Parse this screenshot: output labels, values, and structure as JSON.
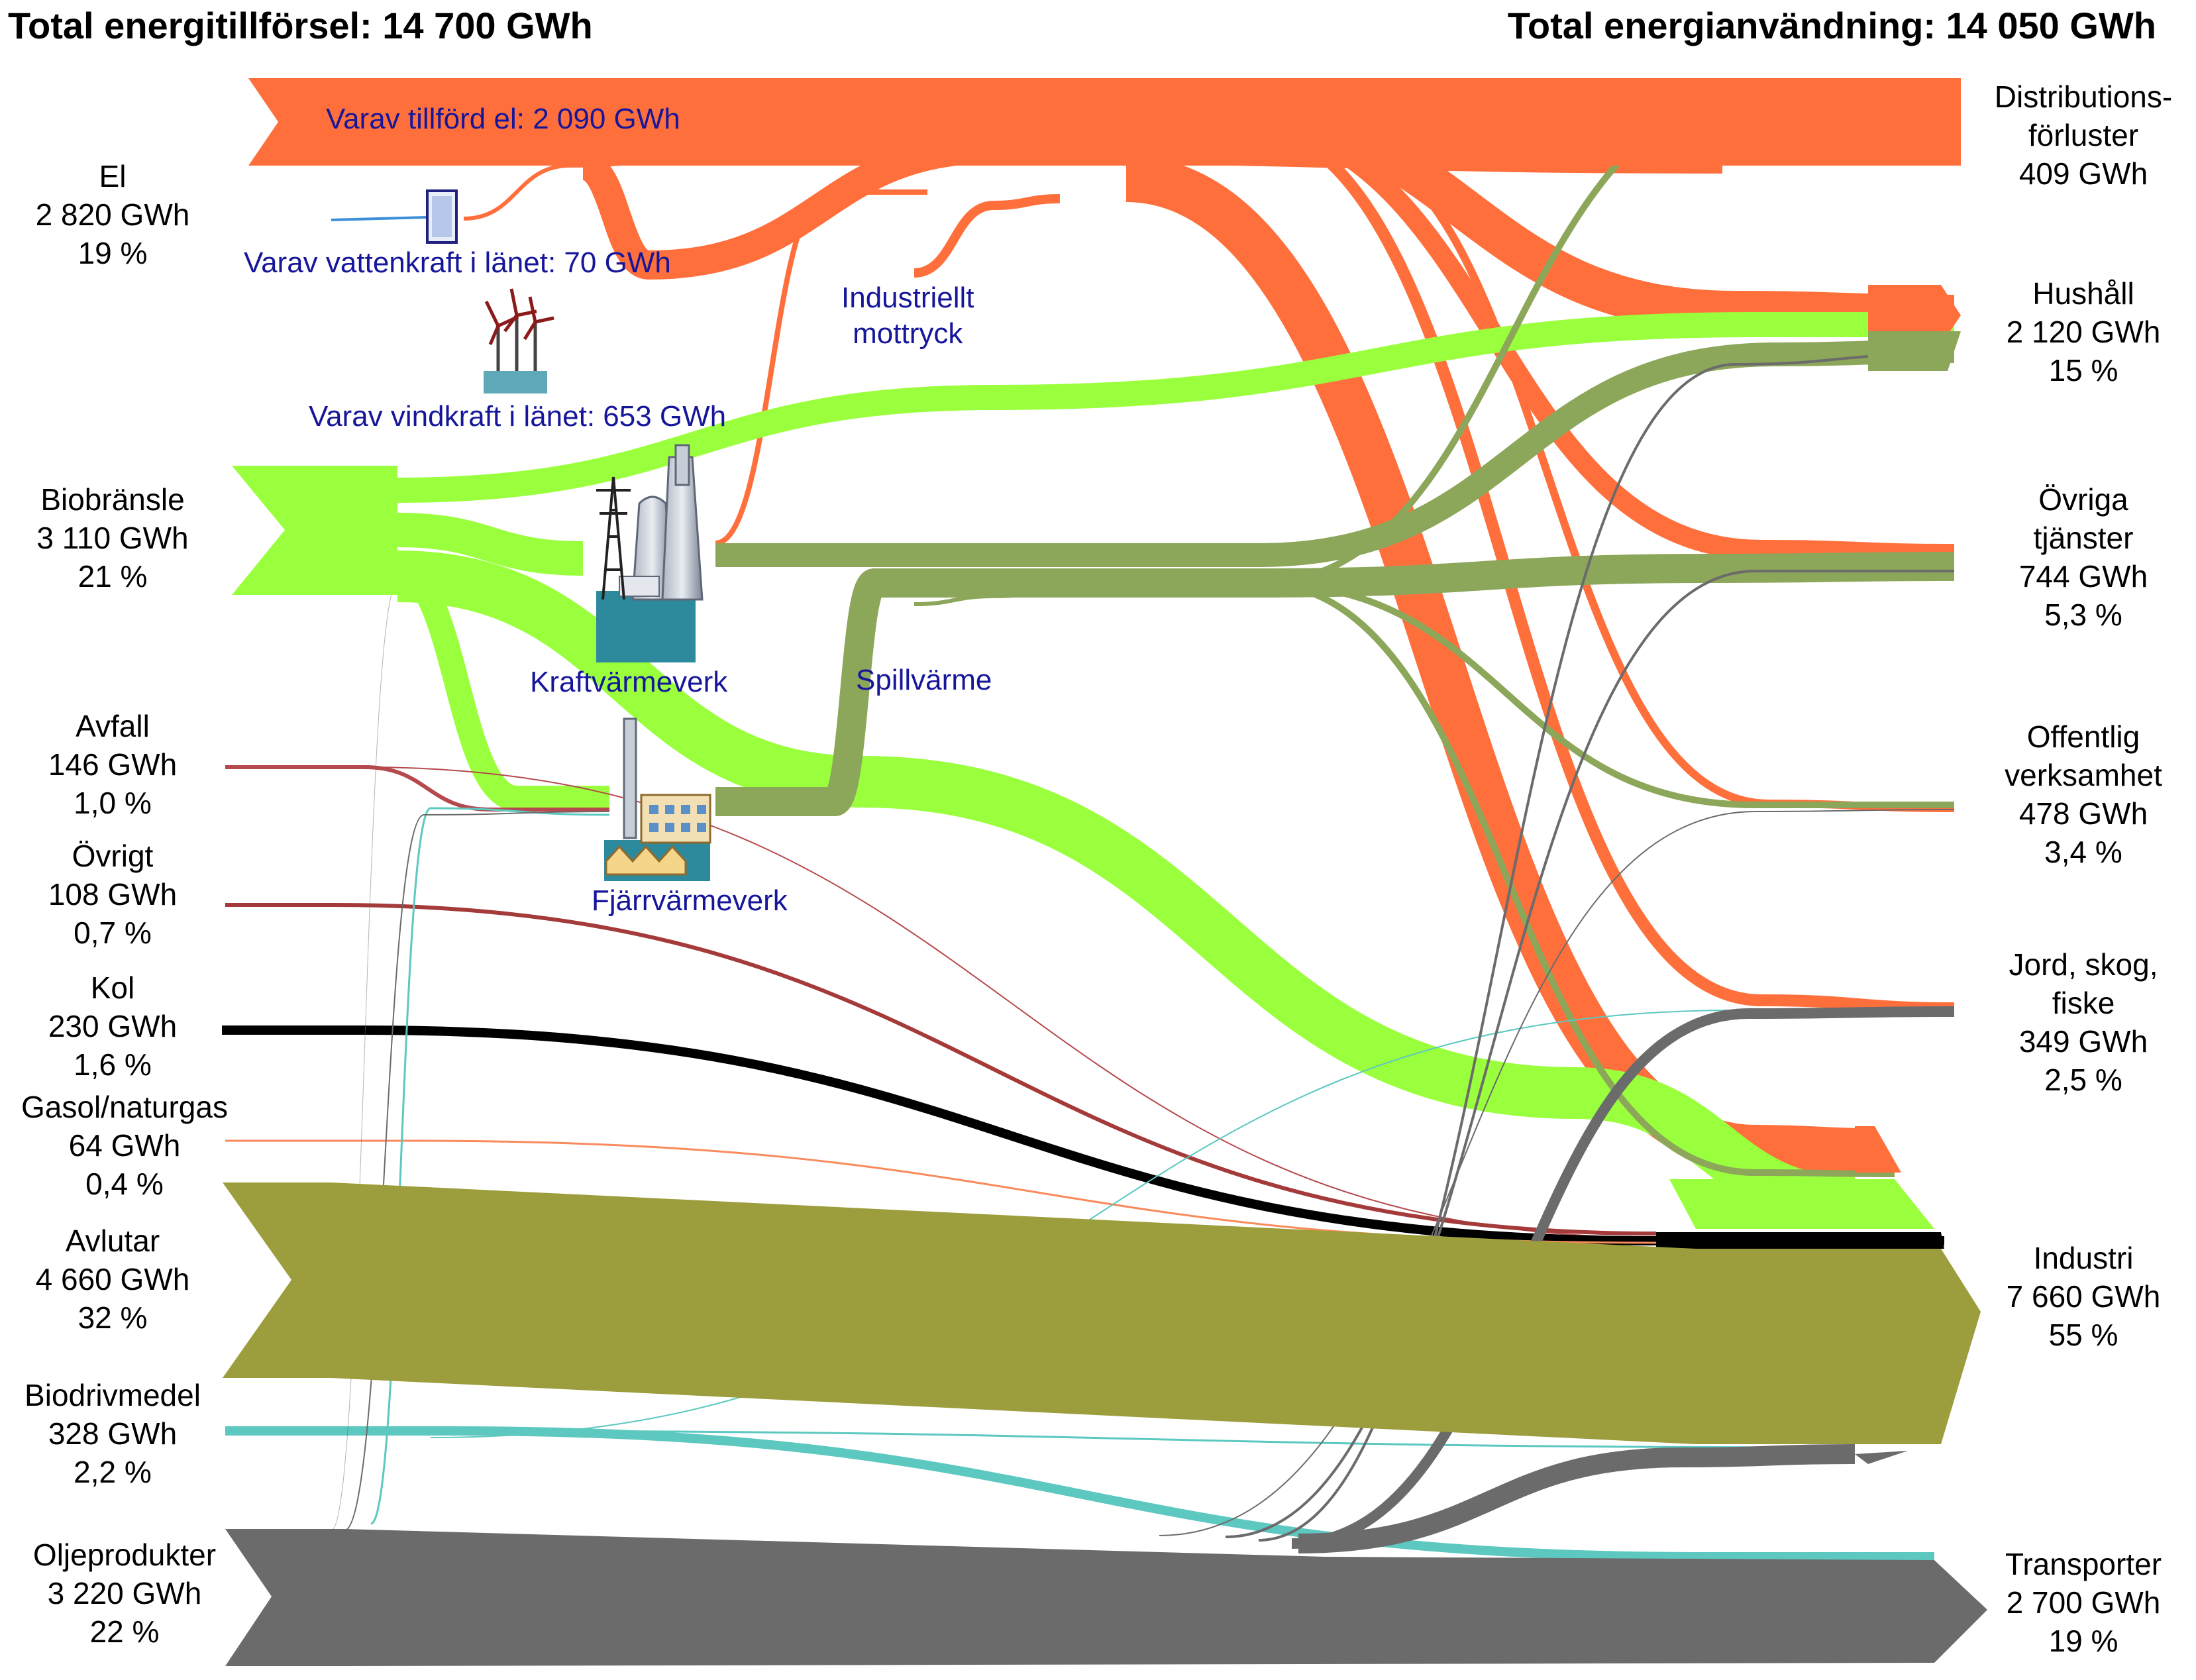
{
  "header": {
    "supply_title": "Total energitillförsel: 14 700 GWh",
    "use_title": "Total energianvändning: 14 050 GWh"
  },
  "sources": [
    {
      "name": "El",
      "value": "2 820 GWh",
      "share": "19 %"
    },
    {
      "name": "Biobränsle",
      "value": "3 110 GWh",
      "share": "21 %"
    },
    {
      "name": "Avfall",
      "value": "146 GWh",
      "share": "1,0 %"
    },
    {
      "name": "Övrigt",
      "value": "108 GWh",
      "share": "0,7 %"
    },
    {
      "name": "Kol",
      "value": "230 GWh",
      "share": "1,6 %"
    },
    {
      "name": "Gasol/naturgas",
      "value": "64 GWh",
      "share": "0,4 %"
    },
    {
      "name": "Avlutar",
      "value": "4 660 GWh",
      "share": "32 %"
    },
    {
      "name": "Biodrivmedel",
      "value": "328 GWh",
      "share": "2,2 %"
    },
    {
      "name": "Oljeprodukter",
      "value": "3 220 GWh",
      "share": "22 %"
    }
  ],
  "sinks": [
    {
      "name_lines": [
        "Distributions-",
        "förluster"
      ],
      "value": "409 GWh",
      "share": ""
    },
    {
      "name_lines": [
        "Hushåll"
      ],
      "value": "2 120 GWh",
      "share": "15 %"
    },
    {
      "name_lines": [
        "Övriga",
        "tjänster"
      ],
      "value": "744 GWh",
      "share": "5,3 %"
    },
    {
      "name_lines": [
        "Offentlig",
        "verksamhet"
      ],
      "value": "478 GWh",
      "share": "3,4 %"
    },
    {
      "name_lines": [
        "Jord, skog,",
        "fiske"
      ],
      "value": "349 GWh",
      "share": "2,5 %"
    },
    {
      "name_lines": [
        "Industri"
      ],
      "value": "7 660 GWh",
      "share": "55 %"
    },
    {
      "name_lines": [
        "Transporter"
      ],
      "value": "2 700 GWh",
      "share": "19 %"
    }
  ],
  "annotations": {
    "el_tillford": "Varav tillförd el: 2 090 GWh",
    "vattenkraft": "Varav vattenkraft i länet: 70 GWh",
    "vindkraft": "Varav vindkraft i länet: 653 GWh",
    "industriellt_lines": [
      "Industriellt",
      "mottryck"
    ],
    "kraftvarmeverk": "Kraftvärmeverk",
    "fjarrvarmeverk": "Fjärrvärmeverk",
    "spillvarme": "Spillvärme"
  },
  "colors": {
    "el": "#ff6f3c",
    "bio": "#9aff3c",
    "avfall": "#b5494d",
    "ovrigt": "#a43a3a",
    "kol": "#000000",
    "gas": "#f98a5c",
    "avlutar": "#9c9d3c",
    "biodrivmedel": "#5cc8c0",
    "olja": "#6b6b6b",
    "district_heat": "#8ca65a",
    "annotation_text": "#16169a"
  },
  "chart_data": {
    "type": "sankey",
    "title": "",
    "unit": "GWh",
    "total_supply": 14700,
    "total_use": 14050,
    "sources": [
      {
        "name": "El",
        "value": 2820,
        "share_pct": 19
      },
      {
        "name": "Biobränsle",
        "value": 3110,
        "share_pct": 21
      },
      {
        "name": "Avfall",
        "value": 146,
        "share_pct": 1.0
      },
      {
        "name": "Övrigt",
        "value": 108,
        "share_pct": 0.7
      },
      {
        "name": "Kol",
        "value": 230,
        "share_pct": 1.6
      },
      {
        "name": "Gasol/naturgas",
        "value": 64,
        "share_pct": 0.4
      },
      {
        "name": "Avlutar",
        "value": 4660,
        "share_pct": 32
      },
      {
        "name": "Biodrivmedel",
        "value": 328,
        "share_pct": 2.2
      },
      {
        "name": "Oljeprodukter",
        "value": 3220,
        "share_pct": 22
      }
    ],
    "sinks": [
      {
        "name": "Distributionsförluster",
        "value": 409
      },
      {
        "name": "Hushåll",
        "value": 2120,
        "share_pct": 15
      },
      {
        "name": "Övriga tjänster",
        "value": 744,
        "share_pct": 5.3
      },
      {
        "name": "Offentlig verksamhet",
        "value": 478,
        "share_pct": 3.4
      },
      {
        "name": "Jord, skog, fiske",
        "value": 349,
        "share_pct": 2.5
      },
      {
        "name": "Industri",
        "value": 7660,
        "share_pct": 55
      },
      {
        "name": "Transporter",
        "value": 2700,
        "share_pct": 19
      }
    ],
    "el_breakdown": {
      "tillford_el": 2090,
      "vattenkraft_lanet": 70,
      "vindkraft_lanet": 653
    },
    "conversion_nodes": [
      "Kraftvärmeverk",
      "Fjärrvärmeverk"
    ],
    "other_inflows": [
      "Industriellt mottryck",
      "Spillvärme"
    ]
  }
}
